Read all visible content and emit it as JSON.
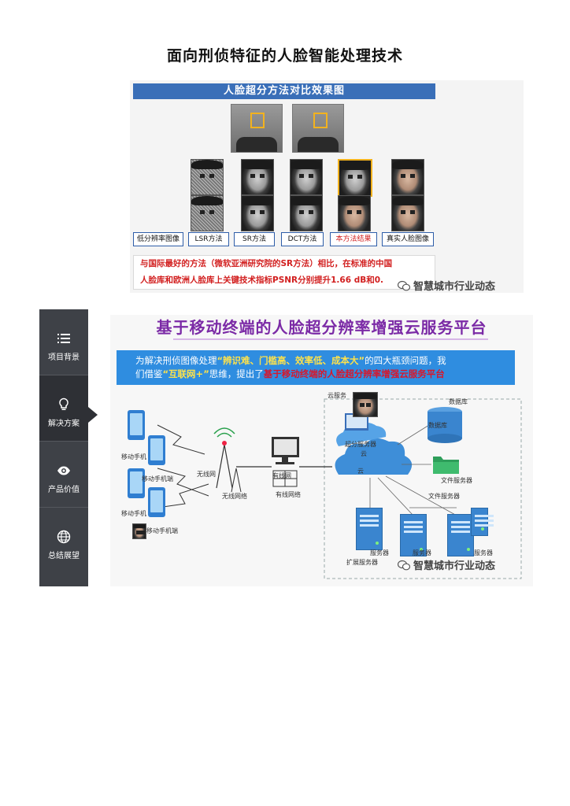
{
  "page": {
    "title": "面向刑侦特征的人脸智能处理技术"
  },
  "section1": {
    "banner": "人脸超分方法对比效果图",
    "labels": [
      {
        "text": "低分辨率图像",
        "red": false
      },
      {
        "text": "LSR方法",
        "red": false
      },
      {
        "text": "SR方法",
        "red": false
      },
      {
        "text": "DCT方法",
        "red": false
      },
      {
        "text": "本方法结果",
        "red": true
      },
      {
        "text": "真实人脸图像",
        "red": false
      }
    ],
    "note_line1": "与国际最好的方法（微软亚洲研究院的SR方法）相比，在标准的中国",
    "note_line2": "人脸库和欧洲人脸库上关键技术指标PSNR分别提升1.66 dB和0.",
    "watermark": "智慧城市行业动态"
  },
  "sidebar": {
    "items": [
      {
        "label": "项目背景",
        "icon": "list-icon",
        "active": false
      },
      {
        "label": "解决方案",
        "icon": "lightbulb-icon",
        "active": true
      },
      {
        "label": "产品价值",
        "icon": "eye-icon",
        "active": false
      },
      {
        "label": "总结展望",
        "icon": "globe-icon",
        "active": false
      }
    ]
  },
  "section2": {
    "title": "基于移动终端的人脸超分辨率增强云服务平台",
    "banner_p1": "为解决刑侦图像处理",
    "banner_em1": "“辨识难、门槛高、效率低、成本大”",
    "banner_p2": "的四大瓶颈问题，我",
    "banner_p3": "们借鉴",
    "banner_em2": "“互联网+”",
    "banner_p4": "思维，提出了",
    "banner_em3": "基于移动终端的人脸超分辨率增强云服务平台",
    "diagram": {
      "phone_labels": [
        "移动手机",
        "移动手机端",
        "移动手机",
        "移动手机端"
      ],
      "wireless_top": "无线网",
      "wireless_bottom": "无线网络",
      "wired_top": "有线网",
      "wired_bottom": "有线网络",
      "cloud_platform": "云服务",
      "face_server": "超分服务器",
      "cloud_top": "云",
      "cloud_bottom": "云",
      "database_1": "数据库",
      "database_2": "数据库",
      "file_server_1": "文件服务器",
      "file_server_2": "文件服务器",
      "server_labels": [
        "服务器",
        "服务器",
        "服务器"
      ],
      "expand_server": "扩展服务器"
    },
    "watermark": "智慧城市行业动态"
  }
}
